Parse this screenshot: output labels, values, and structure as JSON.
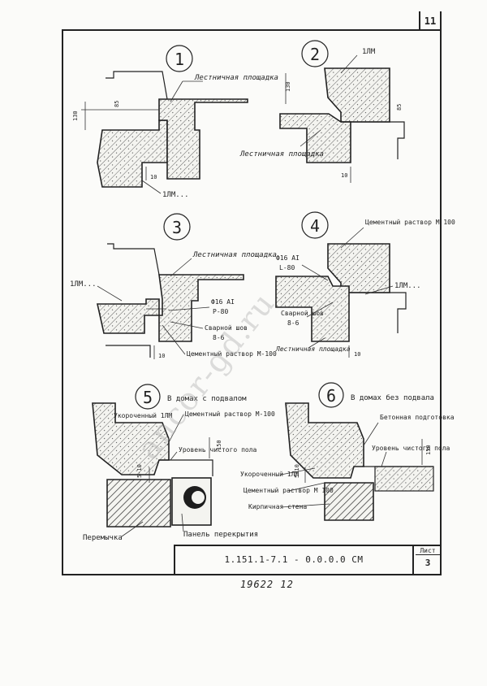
{
  "corner_number": "11",
  "title_block": {
    "code": "1.151.1-7.1 - 0.0.0.0 СМ",
    "sheet_label": "Лист",
    "sheet_number": "3"
  },
  "bottom_number": "19622 12",
  "watermark": "ancor-gd.ru",
  "details": [
    {
      "number": "1",
      "labels": {
        "landing": "Лестничная площадка",
        "march": "1ЛМ...",
        "dim_130": "130",
        "dim_10": "10",
        "dim_85": "85"
      }
    },
    {
      "number": "2",
      "labels": {
        "march": "1ЛМ",
        "landing": "Лестничная площадка",
        "dim_130": "130",
        "dim_10": "10",
        "dim_85": "85"
      }
    },
    {
      "number": "3",
      "labels": {
        "landing": "Лестничная площадка",
        "march": "1ЛМ...",
        "rebar": "Ф16 АI",
        "rebar_len": "Р-80",
        "weld": "Сварной шов",
        "weld_size": "8-6",
        "mortar": "Цементный раствор М-100",
        "dim_10": "10"
      }
    },
    {
      "number": "4",
      "labels": {
        "mortar": "Цементный раствор М 100",
        "rebar": "Ф16 АI",
        "rebar_len": "L-80",
        "march": "1ЛМ...",
        "weld": "Сварной шов",
        "weld_size": "8-6",
        "landing": "Лестничная площадка",
        "dim_10": "10"
      }
    },
    {
      "number": "5",
      "caption": "В домах с подвалом",
      "labels": {
        "reinforced": "Укороченный 1ЛМ",
        "mortar": "Цементный раствор М-100",
        "floor_level": "Уровень чистого пола",
        "dim_150": "150",
        "dim_10": "5-10",
        "lintel": "Перемычка",
        "slab": "Панель перекрытия"
      }
    },
    {
      "number": "6",
      "caption": "В домах без подвала",
      "labels": {
        "concrete": "Бетонная подготовка",
        "floor_level": "Уровень чистого пола",
        "dim_150": "150",
        "reinforced": "Укороченный 1ЛМ",
        "mortar": "Цементный раствор М 100",
        "wall": "Кирпичная стена",
        "dim_10": "5-10"
      }
    }
  ]
}
